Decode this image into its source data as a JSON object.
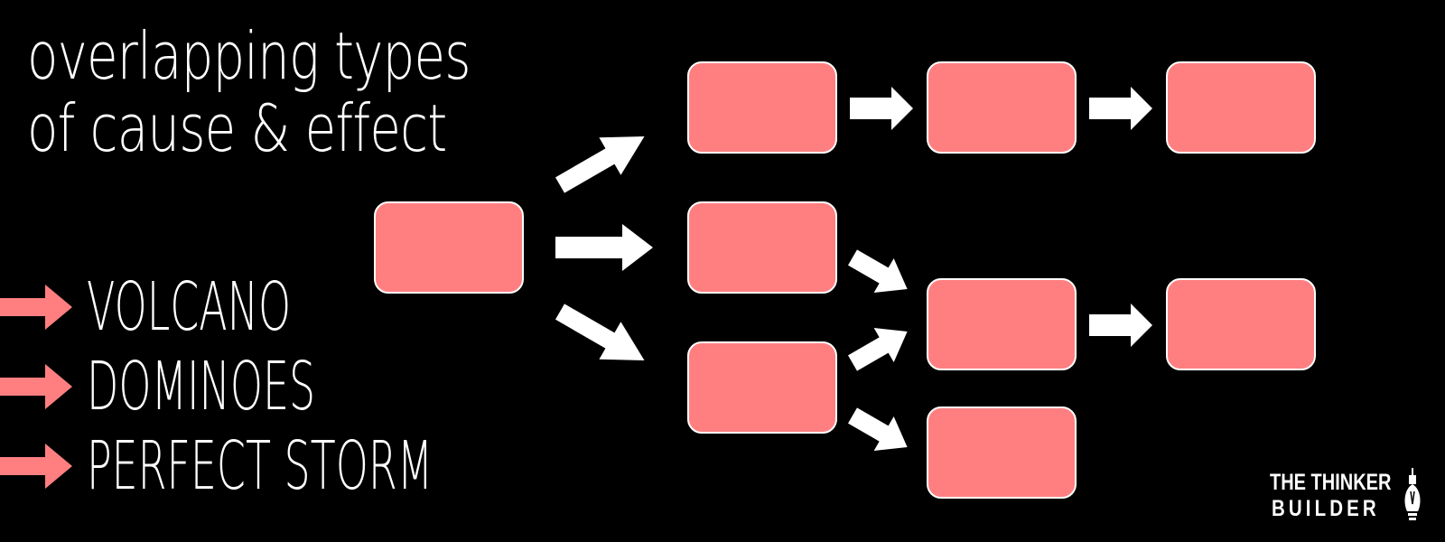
{
  "title": {
    "line1": "Overlapping Types",
    "line2": "of Cause & Effect"
  },
  "types": [
    {
      "label": "Volcano"
    },
    {
      "label": "Dominoes"
    },
    {
      "label": "Perfect Storm"
    }
  ],
  "logo": {
    "line1": "THE THINKER",
    "line2": "BUILDER"
  },
  "colors": {
    "background": "#000000",
    "box_fill": "#ff7f80",
    "box_border": "#ffffff",
    "arrow": "#ffffff",
    "accent_arrow": "#ff7f80",
    "text": "#ffffff"
  },
  "icons": {
    "type_marker": "right-arrow-icon",
    "flow_connector": "arrow-icon",
    "logo_mark": "lightbulb-icon"
  }
}
